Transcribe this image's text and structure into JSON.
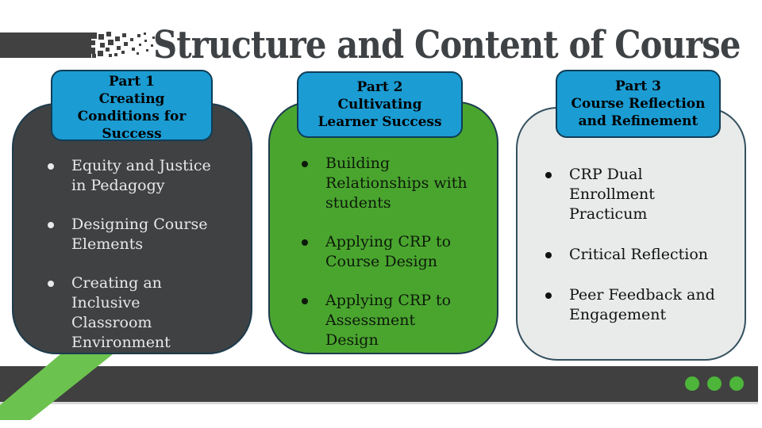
{
  "slide": {
    "title": "Structure and Content of Course",
    "colors": {
      "accent_blue": "#1b9cd3",
      "card_dark_gray": "#3f4142",
      "card_green": "#4aa52f",
      "card_light_gray": "#e9eaea",
      "ribbon_green": "#6cc24f",
      "footer_dot_green": "#4db53a",
      "footer_bar_gray": "#404040",
      "title_gray": "#3f4245"
    },
    "cards": [
      {
        "header": "Part 1\nCreating\nConditions for\nSuccess",
        "bullets": [
          "Equity and Justice\nin Pedagogy",
          "Designing Course\nElements",
          "Creating an\nInclusive\nClassroom\nEnvironment"
        ]
      },
      {
        "header": "Part 2\nCultivating\nLearner Success",
        "bullets": [
          "Building\nRelationships with\nstudents",
          "Applying CRP to\nCourse Design",
          "Applying CRP to\nAssessment\nDesign"
        ]
      },
      {
        "header": "Part 3\nCourse Reflection\nand Refinement",
        "bullets": [
          "CRP Dual\nEnrollment\nPracticum",
          "Critical Reflection",
          "Peer Feedback and\nEngagement"
        ]
      }
    ],
    "footer": {
      "dot_count": 3
    }
  }
}
